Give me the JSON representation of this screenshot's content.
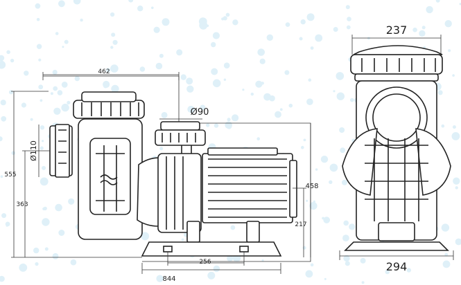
{
  "front_view": {
    "overall_width": "462",
    "overall_height": "555",
    "inlet_diameter": "Ø110",
    "inlet_height": "363",
    "outlet_diameter": "Ø90",
    "total_length": "844",
    "base_bolt_spacing": "256",
    "shaft_height": "217",
    "motor_height": "458"
  },
  "side_view": {
    "top_width": "237",
    "base_width": "294"
  },
  "colors": {
    "dots": "#dff0f8",
    "line": "#222222"
  }
}
